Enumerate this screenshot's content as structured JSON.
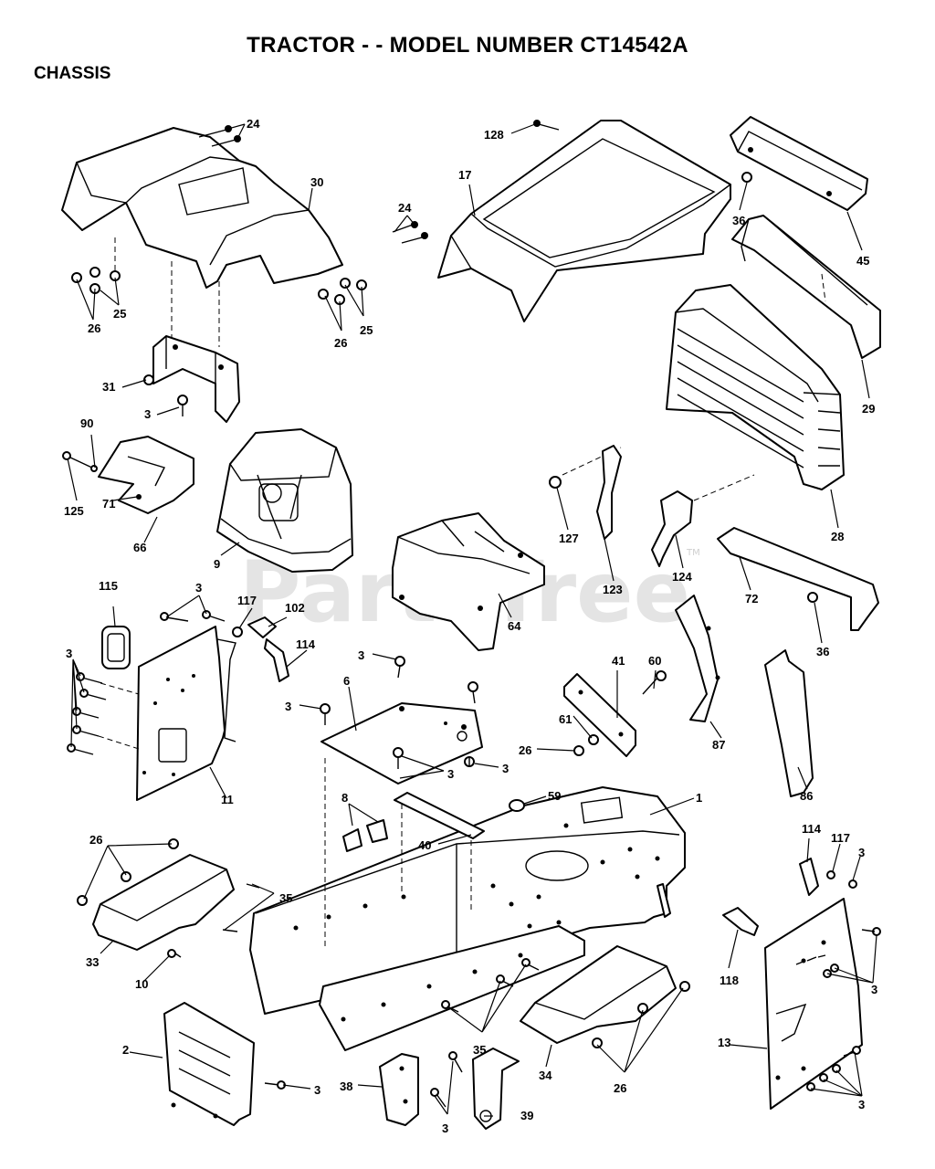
{
  "title": "TRACTOR - - MODEL NUMBER CT14542A",
  "section": "CHASSIS",
  "watermark": "PartsTree",
  "watermark_tm": "TM",
  "labels": {
    "l24a": "24",
    "l30": "30",
    "l24b": "24",
    "l25a": "25",
    "l26a": "26",
    "l25b": "25",
    "l26b": "26",
    "l128": "128",
    "l17": "17",
    "l36a": "36",
    "l45": "45",
    "l29": "29",
    "l31": "31",
    "l3a": "3",
    "l90": "90",
    "l125": "125",
    "l71": "71",
    "l66": "66",
    "l9": "9",
    "l127": "127",
    "l123": "123",
    "l124": "124",
    "l28": "28",
    "l72": "72",
    "l36b": "36",
    "l64": "64",
    "l115": "115",
    "l3b": "3",
    "l117a": "117",
    "l102": "102",
    "l114a": "114",
    "l3c": "3",
    "l3d": "3",
    "l6": "6",
    "l3e": "3",
    "l3f": "3",
    "l3g": "3",
    "l11": "11",
    "l41": "41",
    "l60": "60",
    "l61": "61",
    "l26c": "26",
    "l87": "87",
    "l86": "86",
    "l59": "59",
    "l1": "1",
    "l8": "8",
    "l40": "40",
    "l26d": "26",
    "l35a": "35",
    "l33": "33",
    "l10": "10",
    "l114b": "114",
    "l117b": "117",
    "l3h": "3",
    "l118": "118",
    "l3i": "3",
    "l13": "13",
    "l3j": "3",
    "l2": "2",
    "l3k": "3",
    "l38": "38",
    "l3l": "3",
    "l35b": "35",
    "l34": "34",
    "l26e": "26",
    "l39": "39"
  }
}
